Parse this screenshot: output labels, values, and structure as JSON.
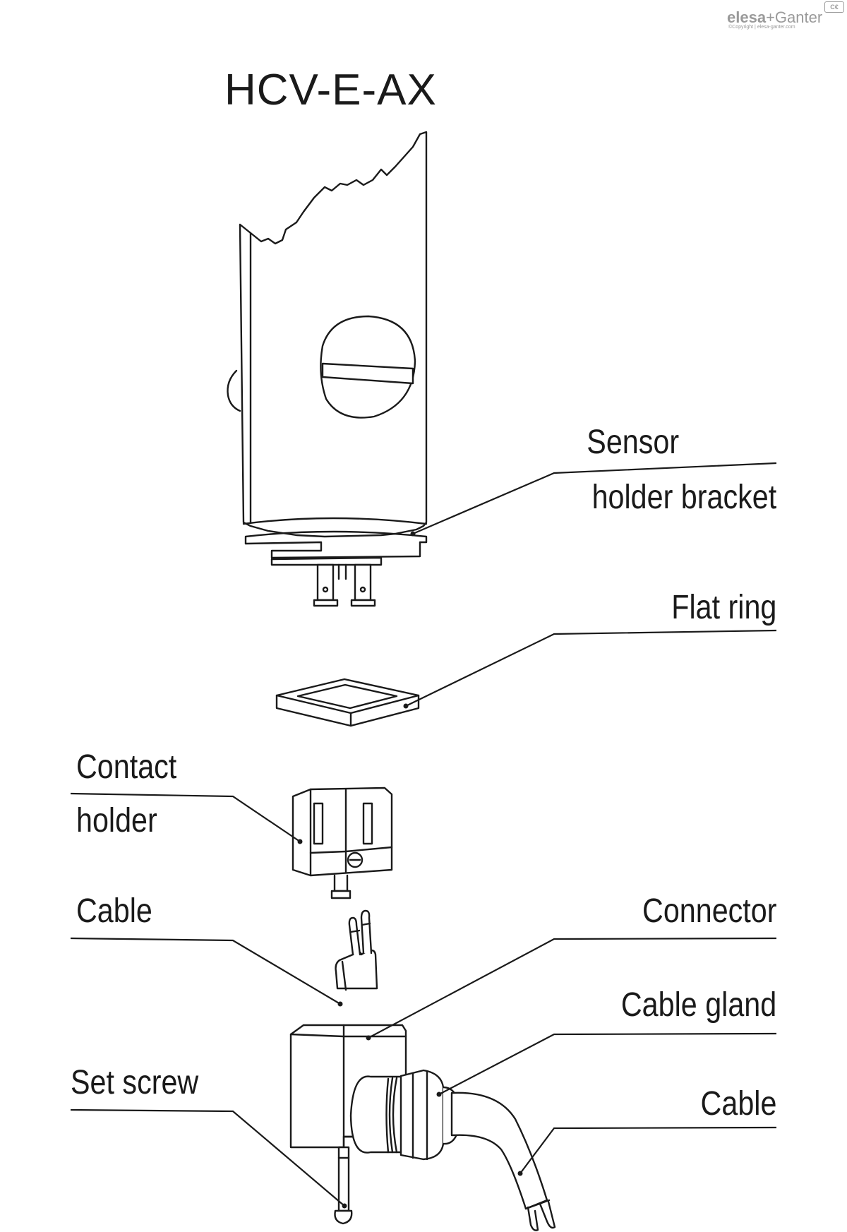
{
  "title": "HCV-E-AX",
  "brand": {
    "logo_name": "elesa",
    "logo_suffix": "+Ganter",
    "copyright": "©Copyright | elesa-ganter.com",
    "badge": "C€"
  },
  "labels": {
    "sensor_line1": "Sensor",
    "sensor_line2": "holder bracket",
    "flat_ring": "Flat ring",
    "contact_line1": "Contact",
    "contact_line2": "holder",
    "cable_top": "Cable",
    "connector": "Connector",
    "cable_gland": "Cable gland",
    "set_screw": "Set screw",
    "cable_bottom": "Cable"
  }
}
